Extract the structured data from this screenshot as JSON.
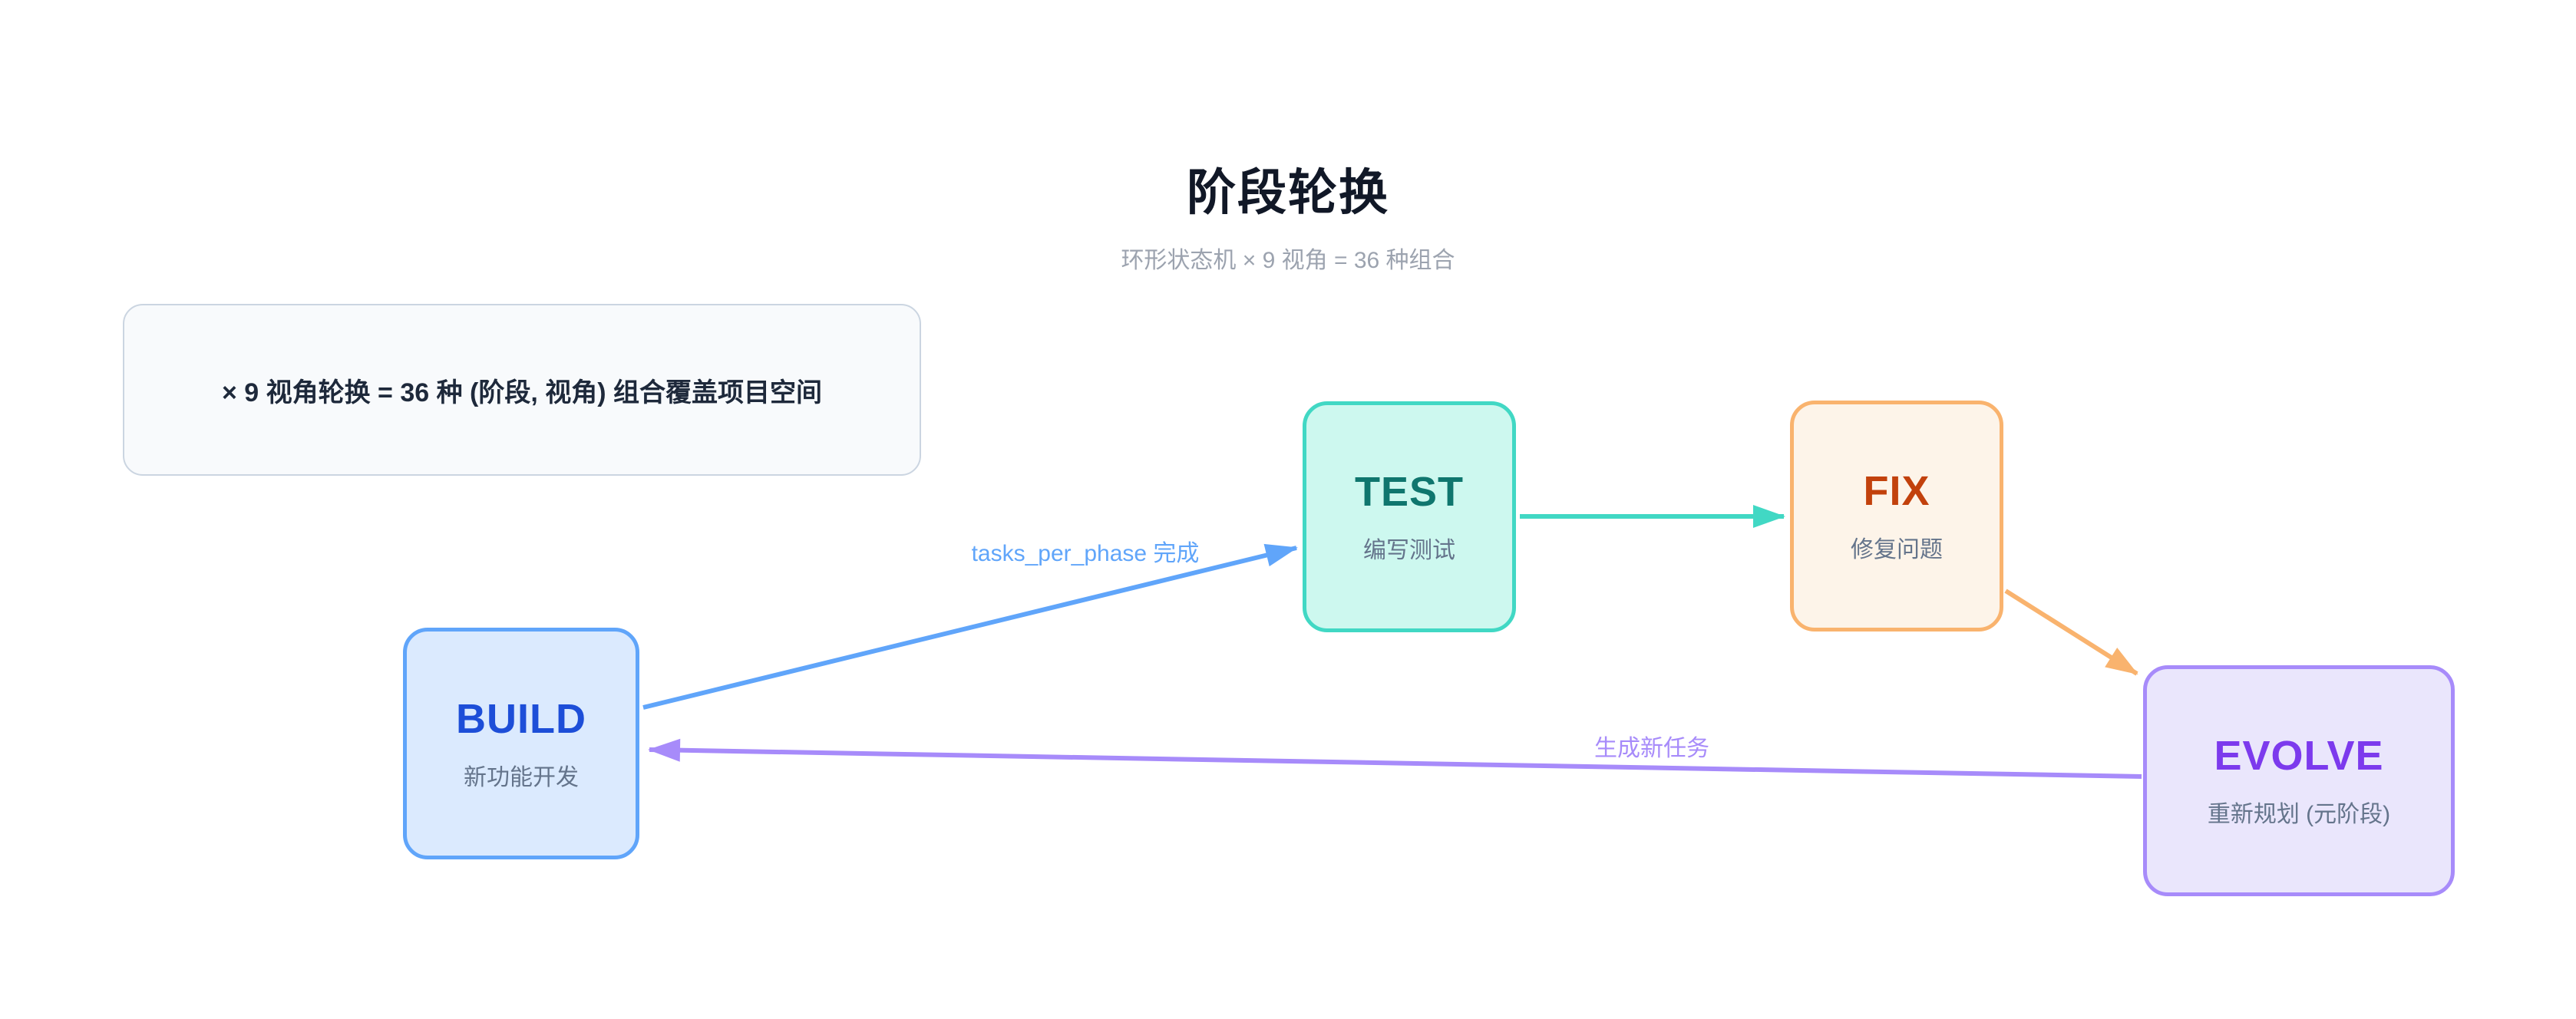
{
  "page": {
    "title": "阶段轮换",
    "subtitle": "环形状态机 × 9 视角 = 36 种组合",
    "background_color": "#ffffff"
  },
  "note": {
    "text": "× 9 视角轮换 = 36 种 (阶段, 视角) 组合覆盖项目空间",
    "border_color": "#cbd5e1",
    "fill_color": "#f8fafc",
    "text_color": "#1e293b"
  },
  "nodes": [
    {
      "id": "build",
      "label": "BUILD",
      "sublabel": "新功能开发",
      "border_color": "#60a5fa",
      "fill_color": "#dbeafe",
      "label_color": "#1d4ed8",
      "sublabel_color": "#64748b"
    },
    {
      "id": "test",
      "label": "TEST",
      "sublabel": "编写测试",
      "border_color": "#41d8c4",
      "fill_color": "#cdf8ef",
      "label_color": "#0f766e",
      "sublabel_color": "#64748b"
    },
    {
      "id": "fix",
      "label": "FIX",
      "sublabel": "修复问题",
      "border_color": "#f9b36e",
      "fill_color": "#fdf4e9",
      "label_color": "#c2410c",
      "sublabel_color": "#64748b"
    },
    {
      "id": "evolve",
      "label": "EVOLVE",
      "sublabel": "重新规划 (元阶段)",
      "border_color": "#a78bfa",
      "fill_color": "#eae6fc",
      "label_color": "#7c3aed",
      "sublabel_color": "#64748b"
    }
  ],
  "edges": [
    {
      "from": "build",
      "to": "test",
      "label": "tasks_per_phase 完成",
      "color": "#60a5fa"
    },
    {
      "from": "test",
      "to": "fix",
      "color": "#41d8c4"
    },
    {
      "from": "fix",
      "to": "evolve",
      "color": "#f9b36e"
    },
    {
      "from": "evolve",
      "to": "build",
      "label": "生成新任务",
      "color": "#a78bfa"
    }
  ]
}
